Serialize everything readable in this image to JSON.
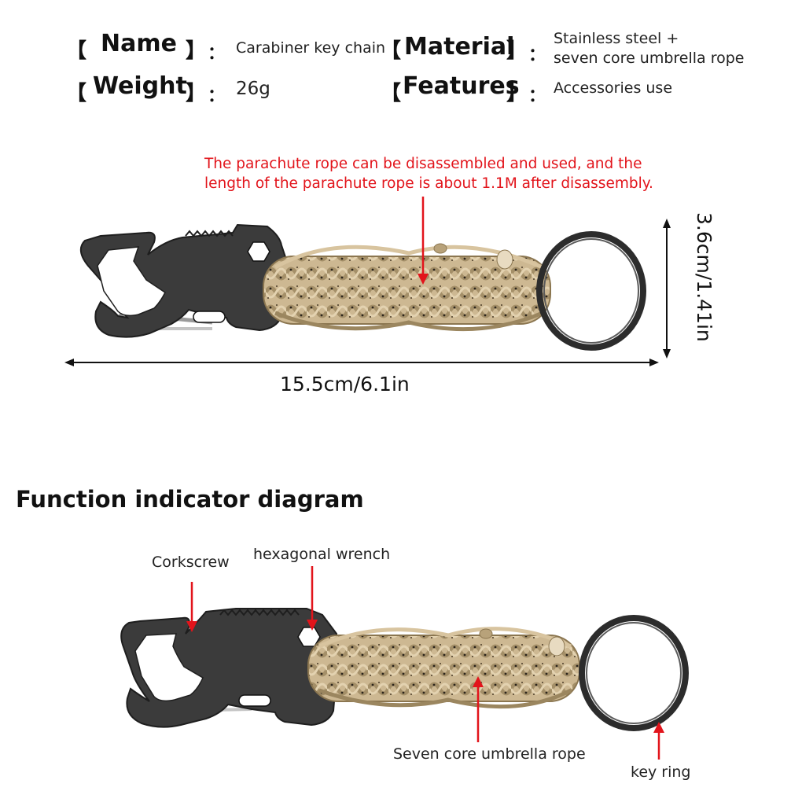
{
  "specs": {
    "name": {
      "key": "Name",
      "value": "Carabiner key chain"
    },
    "material": {
      "key": "Material",
      "value_lines": [
        "Stainless steel +",
        "seven core umbrella rope"
      ]
    },
    "weight": {
      "key": "Weight",
      "value": "26g"
    },
    "features": {
      "key": "Features",
      "value": "Accessories use"
    },
    "bracket_open": "【",
    "bracket_close": "】",
    "colon": "："
  },
  "note": {
    "lines": [
      "The parachute rope can be disassembled and used, and the",
      "length of the parachute rope is about 1.1M after disassembly."
    ]
  },
  "dimensions": {
    "length": "15.5cm/6.1in",
    "height": "3.6cm/1.41in"
  },
  "function_diagram": {
    "title": "Function indicator diagram",
    "labels": {
      "corkscrew": "Corkscrew",
      "hex_wrench": "hexagonal wrench",
      "rope": "Seven core umbrella rope",
      "key_ring": "key ring"
    }
  },
  "colors": {
    "accent_red": "#e2141b",
    "metal": "#3a3a3a",
    "rope": "#c9b48f",
    "rope_dark": "#8f7b58"
  }
}
